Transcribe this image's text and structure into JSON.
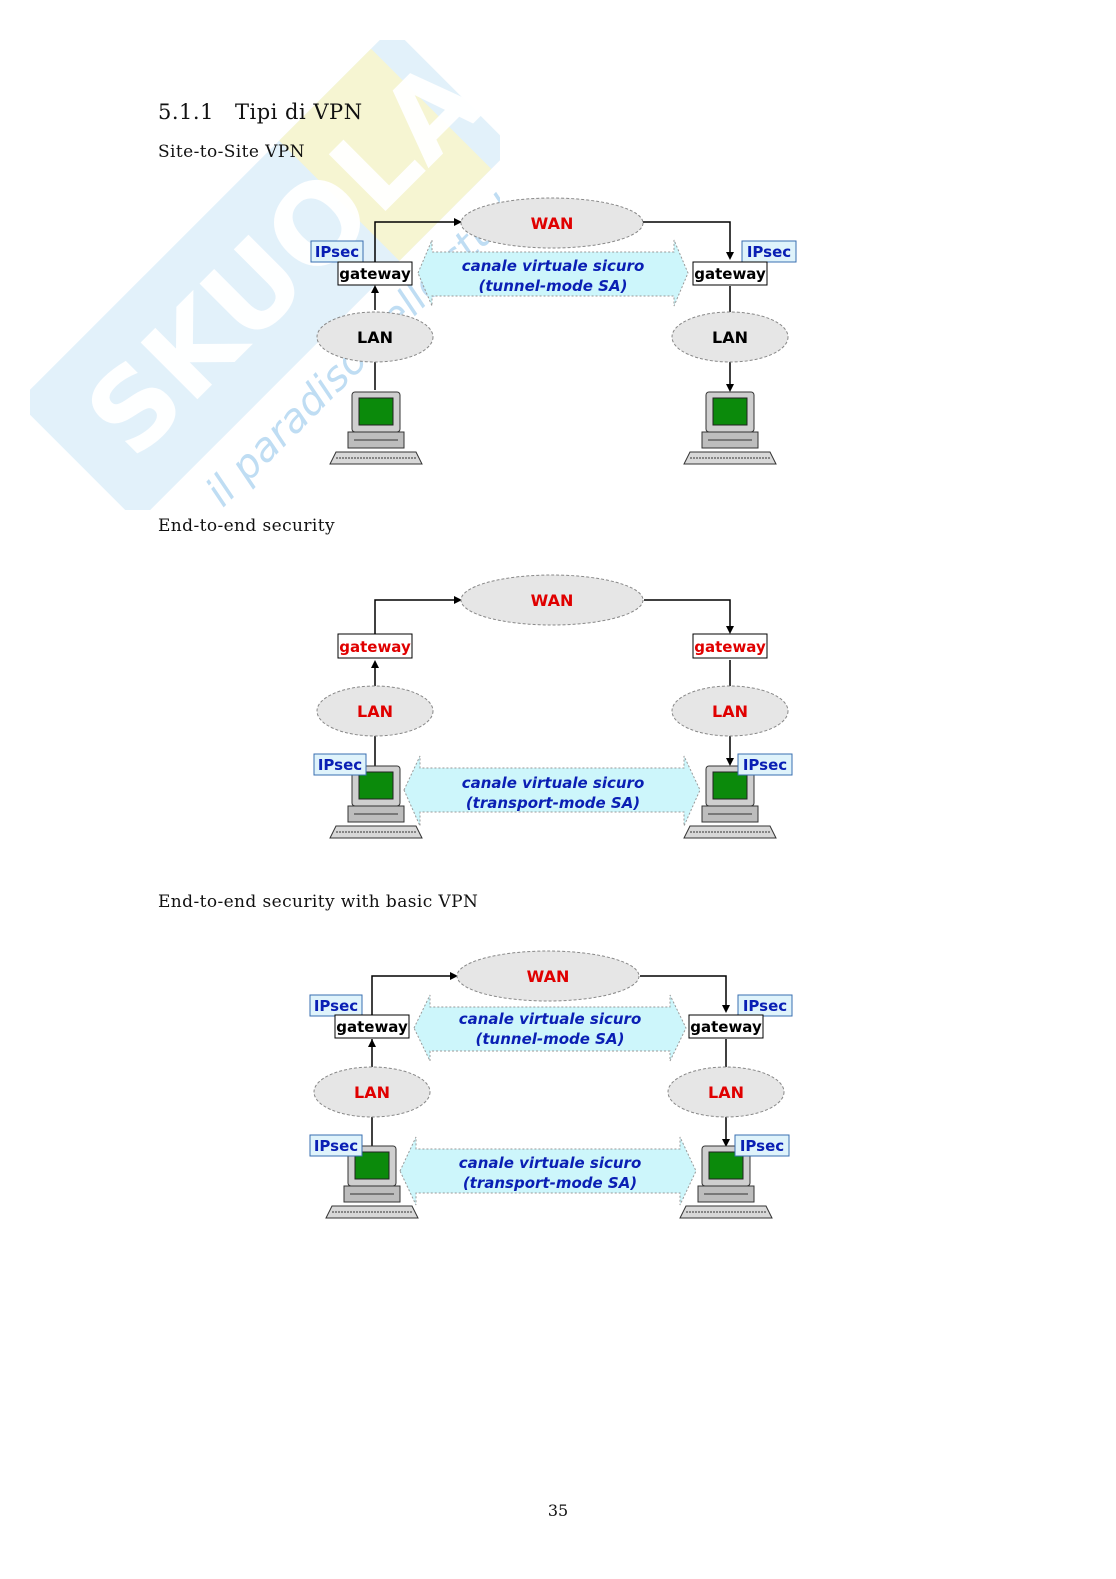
{
  "section": {
    "number": "5.1.1",
    "title": "Tipi di VPN"
  },
  "watermark": {
    "brand": "SKUOLA.net",
    "tagline": "il paradiso dello studente"
  },
  "labels": {
    "wan": "WAN",
    "lan": "LAN",
    "gateway": "gateway",
    "ipsec": "IPsec",
    "channel": "canale virtuale sicuro",
    "tunnel_mode": "(tunnel-mode SA)",
    "transport_mode": "(transport-mode SA)"
  },
  "subsections": [
    {
      "title": "Site-to-Site VPN"
    },
    {
      "title": "End-to-end security"
    },
    {
      "title": "End-to-end security with basic VPN"
    }
  ],
  "colors": {
    "accent_red": "#e00000",
    "accent_blue": "#0a1fb4",
    "channel_fill": "#cdf6fb",
    "ipsec_box_fill": "#dff3fb",
    "monitor_screen": "#0b8a0b",
    "watermark_blue": "#7fb8e6",
    "watermark_yellow": "#f6ef9a"
  },
  "page_number": "35"
}
